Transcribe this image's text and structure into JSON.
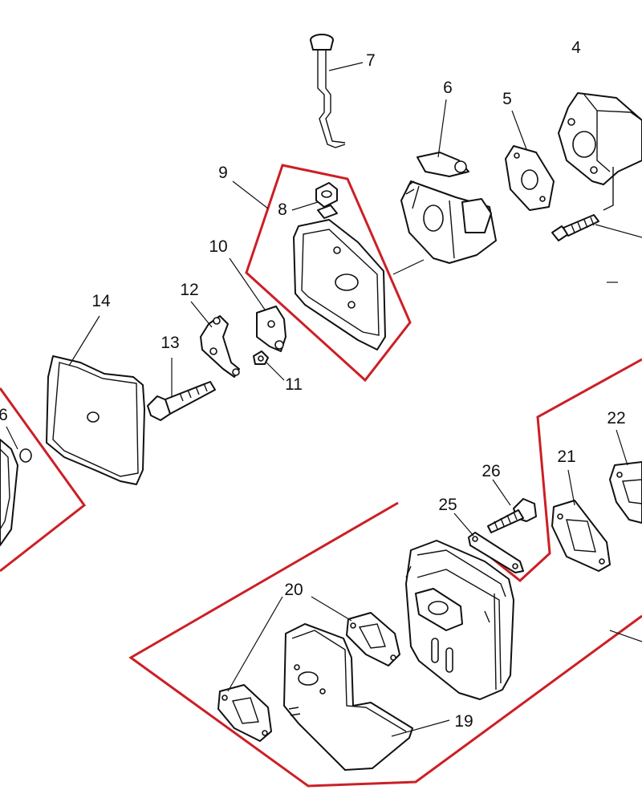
{
  "diagram": {
    "accent_color": "#cc1f26",
    "callouts": {
      "p4": "4",
      "p5": "5",
      "p6": "6",
      "p7": "7",
      "p8": "8",
      "p9": "9",
      "p10": "10",
      "p11": "11",
      "p12": "12",
      "p13": "13",
      "p14": "14",
      "p16": "6",
      "p19": "19",
      "p20": "20",
      "p21": "21",
      "p22": "22",
      "p25": "25",
      "p26": "26"
    }
  }
}
